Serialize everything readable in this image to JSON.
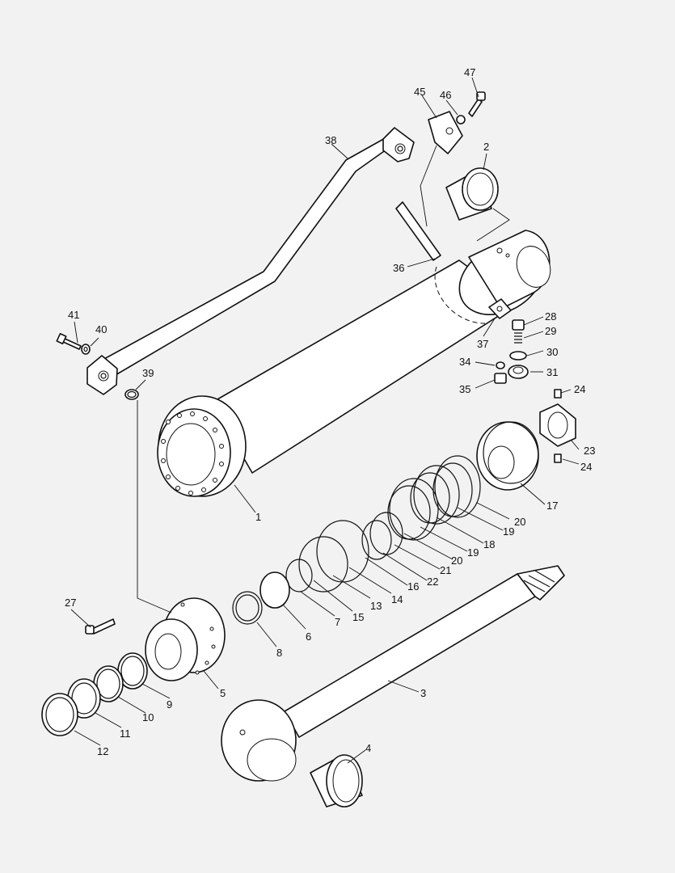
{
  "diagram": {
    "callouts": [
      {
        "id": "c1",
        "label": "1"
      },
      {
        "id": "c2",
        "label": "2"
      },
      {
        "id": "c3",
        "label": "3"
      },
      {
        "id": "c4",
        "label": "4"
      },
      {
        "id": "c5",
        "label": "5"
      },
      {
        "id": "c6",
        "label": "6"
      },
      {
        "id": "c7",
        "label": "7"
      },
      {
        "id": "c8",
        "label": "8"
      },
      {
        "id": "c9",
        "label": "9"
      },
      {
        "id": "c10",
        "label": "10"
      },
      {
        "id": "c11",
        "label": "11"
      },
      {
        "id": "c12",
        "label": "12"
      },
      {
        "id": "c13",
        "label": "13"
      },
      {
        "id": "c14",
        "label": "14"
      },
      {
        "id": "c15",
        "label": "15"
      },
      {
        "id": "c16",
        "label": "16"
      },
      {
        "id": "c17",
        "label": "17"
      },
      {
        "id": "c18",
        "label": "18"
      },
      {
        "id": "c19a",
        "label": "19"
      },
      {
        "id": "c19b",
        "label": "19"
      },
      {
        "id": "c20a",
        "label": "20"
      },
      {
        "id": "c20b",
        "label": "20"
      },
      {
        "id": "c21",
        "label": "21"
      },
      {
        "id": "c22",
        "label": "22"
      },
      {
        "id": "c23",
        "label": "23"
      },
      {
        "id": "c24a",
        "label": "24"
      },
      {
        "id": "c24b",
        "label": "24"
      },
      {
        "id": "c27",
        "label": "27"
      },
      {
        "id": "c28",
        "label": "28"
      },
      {
        "id": "c29",
        "label": "29"
      },
      {
        "id": "c30",
        "label": "30"
      },
      {
        "id": "c31",
        "label": "31"
      },
      {
        "id": "c34",
        "label": "34"
      },
      {
        "id": "c35",
        "label": "35"
      },
      {
        "id": "c36",
        "label": "36"
      },
      {
        "id": "c37",
        "label": "37"
      },
      {
        "id": "c38",
        "label": "38"
      },
      {
        "id": "c39",
        "label": "39"
      },
      {
        "id": "c40",
        "label": "40"
      },
      {
        "id": "c41",
        "label": "41"
      },
      {
        "id": "c45",
        "label": "45"
      },
      {
        "id": "c46",
        "label": "46"
      },
      {
        "id": "c47",
        "label": "47"
      }
    ]
  }
}
